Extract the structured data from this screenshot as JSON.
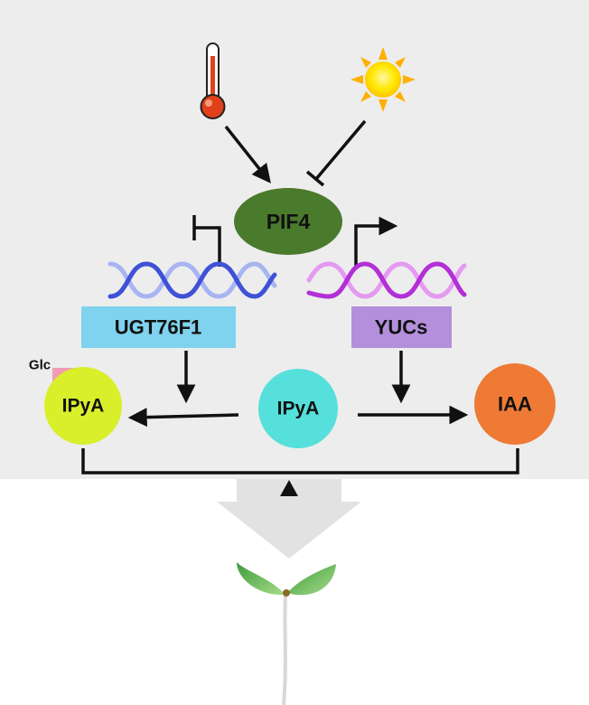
{
  "diagram": {
    "nodes": {
      "pif4": {
        "label": "PIF4",
        "color": "#4a7a2c"
      },
      "yucs": {
        "label": "YUCs",
        "color": "#b48fdb"
      },
      "ugt": {
        "label": "UGT76F1",
        "color": "#7fd3ee"
      },
      "ipya_center": {
        "label": "IPyA",
        "color": "#55e0dc"
      },
      "ipya_glc": {
        "label": "IPyA",
        "color": "#d8ef2a"
      },
      "glc": {
        "label": "Glc",
        "color": "#f39bb5"
      },
      "iaa": {
        "label": "IAA",
        "color": "#ef7a35"
      }
    },
    "icons": {
      "thermometer": "thermometer-icon",
      "sun": "sun-icon",
      "seedling": "seedling-icon"
    },
    "colors": {
      "panel_background": "#ededed",
      "dna_blue": "#3f51d6",
      "dna_blue_light": "#a8b4f2",
      "dna_pink": "#b32fd6",
      "dna_pink_light": "#e49af0",
      "sun_yellow": "#ffe800",
      "sun_orange": "#ffb000",
      "thermometer_red": "#e0401a",
      "leaf_green": "#6abf5b"
    }
  }
}
